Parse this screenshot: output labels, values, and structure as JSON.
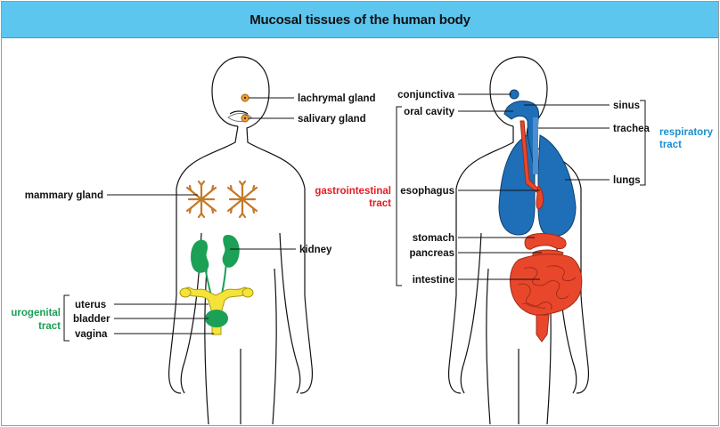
{
  "title": "Mucosal tissues of the human body",
  "colors": {
    "title_bar": "#5cc6ef",
    "respiratory": "#1e6fb8",
    "gastrointestinal": "#e8472c",
    "urogenital": "#1ba056",
    "uterus": "#f5e33a",
    "gland": "#f0a030",
    "mammary": "#c47a2a"
  },
  "left_figure": {
    "labels": {
      "lachrymal_gland": "lachrymal gland",
      "salivary_gland": "salivary gland",
      "mammary_gland": "mammary gland",
      "kidney": "kidney",
      "uterus": "uterus",
      "bladder": "bladder",
      "vagina": "vagina"
    },
    "group": {
      "line1": "urogenital",
      "line2": "tract"
    }
  },
  "right_figure": {
    "labels": {
      "conjunctiva": "conjunctiva",
      "oral_cavity": "oral cavity",
      "esophagus": "esophagus",
      "stomach": "stomach",
      "pancreas": "pancreas",
      "intestine": "intestine",
      "sinus": "sinus",
      "trachea": "trachea",
      "lungs": "lungs"
    },
    "gi_group": {
      "line1": "gastrointestinal",
      "line2": "tract"
    },
    "resp_group": {
      "line1": "respiratory",
      "line2": "tract"
    }
  }
}
